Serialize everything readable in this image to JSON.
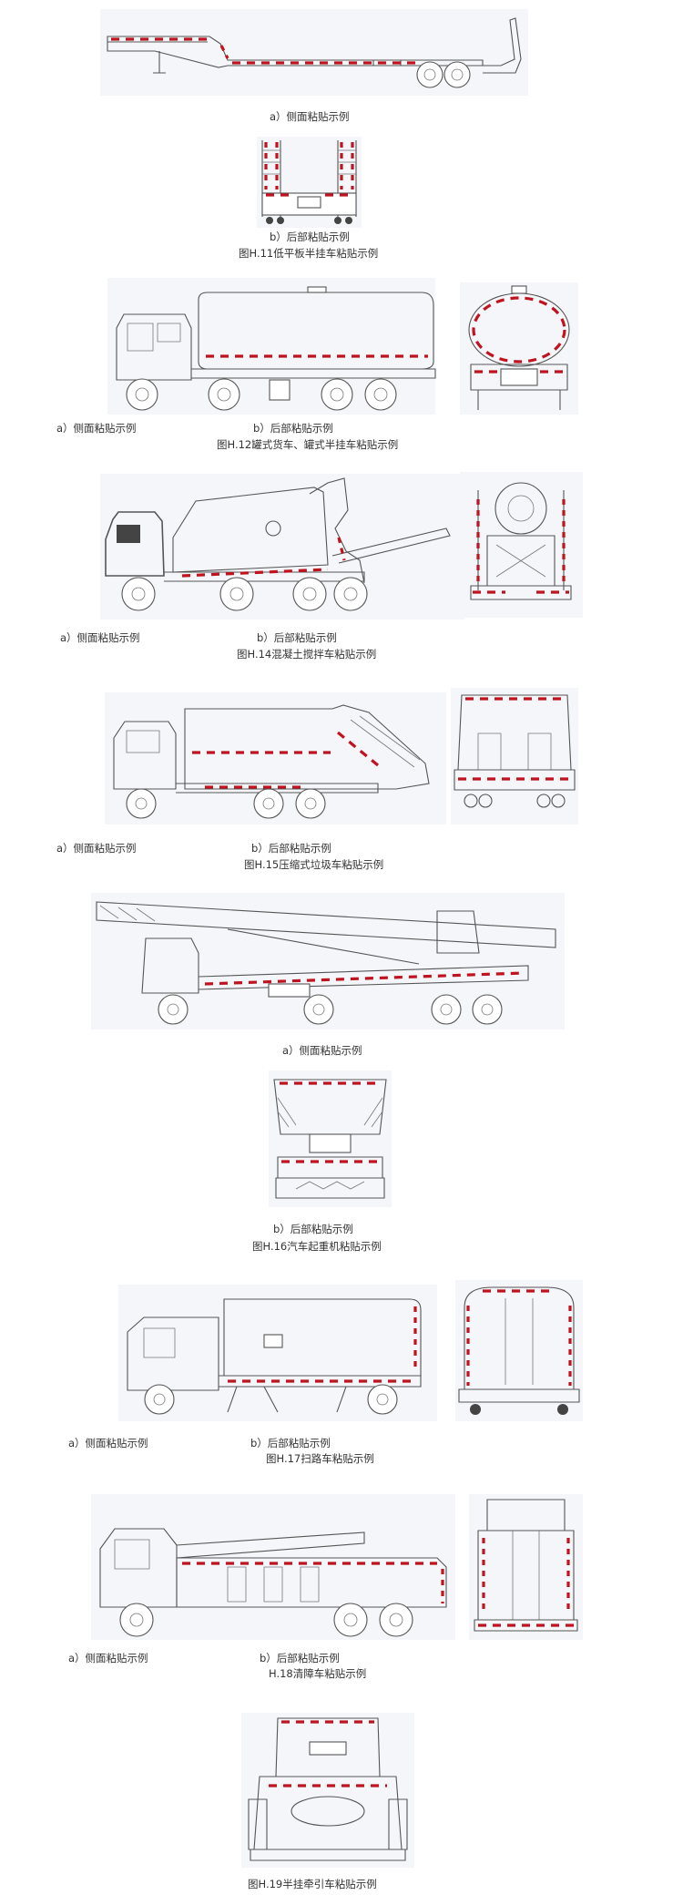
{
  "h11": {
    "side_label": "a）侧面粘贴示例",
    "rear_label": "b）后部粘贴示例",
    "caption": "图H.11低平板半挂车粘贴示例"
  },
  "h12": {
    "side_label": "a）侧面粘贴示例",
    "rear_label": "b）后部粘贴示例",
    "caption": "图H.12罐式货车、罐式半挂车粘贴示例"
  },
  "h14": {
    "side_label": "a）侧面粘贴示例",
    "rear_label": "b）后部粘贴示例",
    "caption": "图H.14混凝土搅拌车粘贴示例"
  },
  "h15": {
    "side_label": "a）侧面粘贴示例",
    "rear_label": "b）后部粘贴示例",
    "caption": "图H.15压缩式垃圾车粘贴示例"
  },
  "h16": {
    "side_label": "a）侧面粘贴示例",
    "rear_label": "b）后部粘贴示例",
    "caption": "图H.16汽车起重机粘贴示例"
  },
  "h17": {
    "side_label": "a）侧面粘贴示例",
    "rear_label": "b）后部粘贴示例",
    "caption": "图H.17扫路车粘贴示例"
  },
  "h18": {
    "side_label": "a）侧面粘贴示例",
    "rear_label": "b）后部粘贴示例",
    "caption": "H.18清障车粘贴示例"
  },
  "h19": {
    "caption": "图H.19半挂牵引车粘贴示例"
  },
  "colors": {
    "reflective_red": "#c1121f",
    "line": "#555555"
  }
}
